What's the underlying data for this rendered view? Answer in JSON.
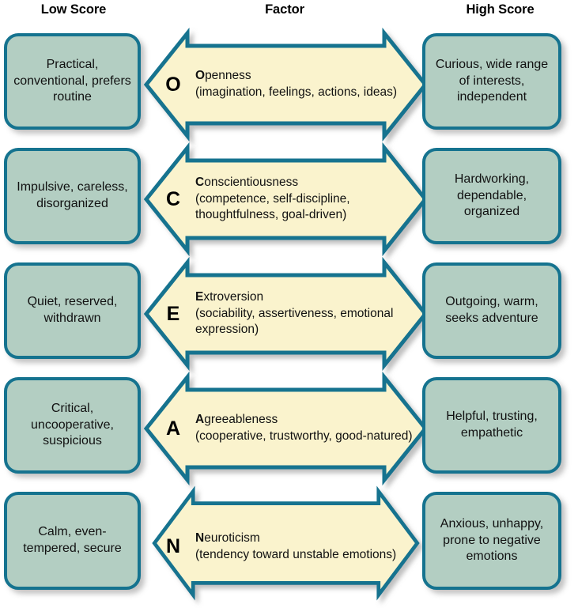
{
  "headers": {
    "low": "Low Score",
    "factor": "Factor",
    "high": "High Score"
  },
  "colors": {
    "box_fill": "#b3cec2",
    "box_border": "#15738f",
    "arrow_fill": "#faf3cd",
    "arrow_border": "#15738f",
    "text": "#111111"
  },
  "rows": [
    {
      "letter": "O",
      "factor_initial": "O",
      "factor_rest": "penness",
      "factor_name": "Openness",
      "factor_desc": "(imagination, feelings, actions, ideas)",
      "low_score": "Practical, conventional, prefers routine",
      "high_score": "Curious, wide range of interests, independent"
    },
    {
      "letter": "C",
      "factor_initial": "C",
      "factor_rest": "onscientiousness",
      "factor_name": "Conscientiousness",
      "factor_desc": "(competence, self-discipline, thoughtfulness, goal-driven)",
      "low_score": "Impulsive, careless, disorganized",
      "high_score": "Hardworking, dependable, organized"
    },
    {
      "letter": "E",
      "factor_initial": "E",
      "factor_rest": "xtroversion",
      "factor_name": "Extroversion",
      "factor_desc": "(sociability, assertiveness, emotional expression)",
      "low_score": "Quiet, reserved, withdrawn",
      "high_score": "Outgoing, warm, seeks adventure"
    },
    {
      "letter": "A",
      "factor_initial": "A",
      "factor_rest": "greeableness",
      "factor_name": "Agreeableness",
      "factor_desc": "(cooperative, trustworthy, good-natured)",
      "low_score": "Critical, uncooperative, suspicious",
      "high_score": "Helpful, trusting, empathetic"
    },
    {
      "letter": "N",
      "factor_initial": "N",
      "factor_rest": "euroticism",
      "factor_name": "Neuroticism",
      "factor_desc": "(tendency toward unstable emotions)",
      "low_score": "Calm, even-tempered, secure",
      "high_score": "Anxious, unhappy, prone to negative emotions"
    }
  ]
}
